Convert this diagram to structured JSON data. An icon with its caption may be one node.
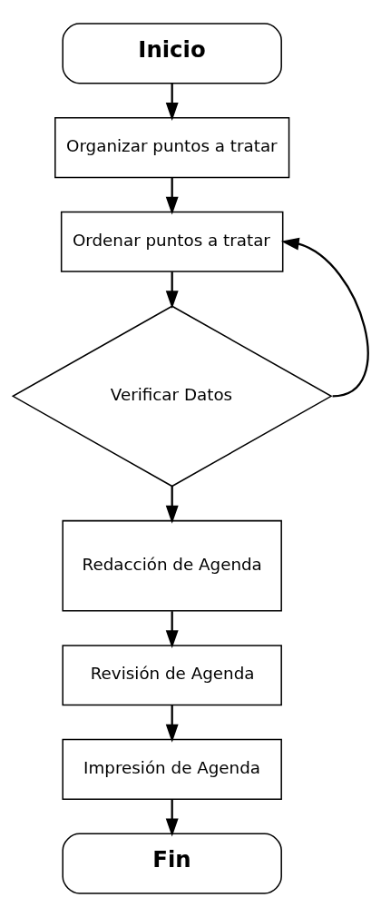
{
  "diagram": {
    "nodes": [
      {
        "text": [
          "Inicio"
        ]
      },
      {
        "text": [
          "Organizar puntos a tratar"
        ]
      },
      {
        "text": [
          "Ordenar puntos a tratar"
        ]
      },
      {
        "text": [
          "Verificar Datos"
        ]
      },
      {
        "text": [
          "Redacción de Agenda"
        ]
      },
      {
        "text": [
          "Revisión de Agenda"
        ]
      },
      {
        "text": [
          "Impresión de Agenda"
        ]
      },
      {
        "text": [
          "Fin"
        ]
      }
    ],
    "edges": [
      {
        "from": 0,
        "to": 1,
        "arrow": "to"
      },
      {
        "from": 1,
        "to": 2,
        "arrow": "to"
      },
      {
        "from": 2,
        "to": 3,
        "arrow": "to"
      },
      {
        "from": 3,
        "to": 4,
        "arrow": "to"
      },
      {
        "from": 4,
        "to": 5,
        "arrow": "to"
      },
      {
        "from": 5,
        "to": 6,
        "arrow": "to"
      },
      {
        "from": 6,
        "to": 7,
        "arrow": "to"
      },
      {
        "from": 3,
        "to": 2,
        "arrow": "to"
      }
    ]
  }
}
